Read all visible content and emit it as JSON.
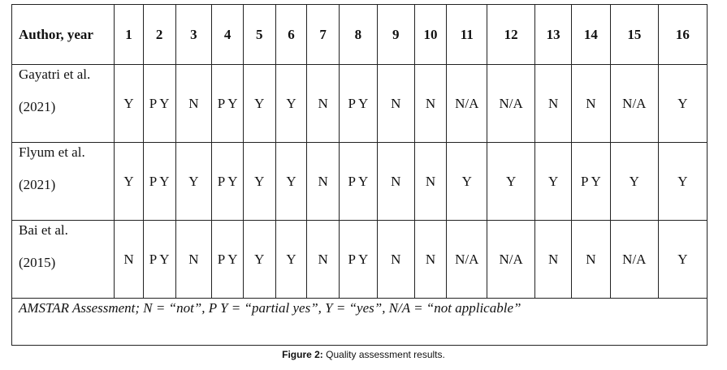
{
  "table": {
    "headers": [
      "Author, year",
      "1",
      "2",
      "3",
      "4",
      "5",
      "6",
      "7",
      "8",
      "9",
      "10",
      "11",
      "12",
      "13",
      "14",
      "15",
      "16"
    ],
    "rows": [
      {
        "author": "Gayatri et al.",
        "year": "(2021)",
        "values": [
          "Y",
          "P Y",
          "N",
          "P Y",
          "Y",
          "Y",
          "N",
          "P Y",
          "N",
          "N",
          "N/A",
          "N/A",
          "N",
          "N",
          "N/A",
          "Y"
        ]
      },
      {
        "author": "Flyum et al.",
        "year": "(2021)",
        "values": [
          "Y",
          "P Y",
          "Y",
          "P Y",
          "Y",
          "Y",
          "N",
          "P Y",
          "N",
          "N",
          "Y",
          "Y",
          "Y",
          "P Y",
          "Y",
          "Y"
        ]
      },
      {
        "author": "Bai et al.",
        "year": "(2015)",
        "values": [
          "N",
          "P Y",
          "N",
          "P Y",
          "Y",
          "Y",
          "N",
          "P Y",
          "N",
          "N",
          "N/A",
          "N/A",
          "N",
          "N",
          "N/A",
          "Y"
        ]
      }
    ],
    "note": "AMSTAR Assessment; N = “not”, P Y = “partial yes”, Y = “yes”, N/A = “not applicable”"
  },
  "caption": {
    "label": "Figure 2:",
    "text": " Quality assessment results."
  }
}
